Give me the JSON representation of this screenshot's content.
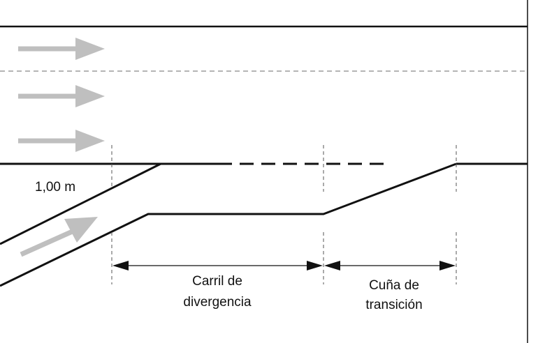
{
  "diagram": {
    "offset_label": "1,00 m",
    "segments": [
      {
        "label_line1": "Carril de",
        "label_line2": "divergencia"
      },
      {
        "label_line1": "Cuña de",
        "label_line2": "transición"
      }
    ],
    "colors": {
      "road_line": "#111111",
      "arrow": "#bfbfbf",
      "lane_divider": "#888888",
      "dim_line": "#111111",
      "guide_tick": "#555555"
    }
  }
}
